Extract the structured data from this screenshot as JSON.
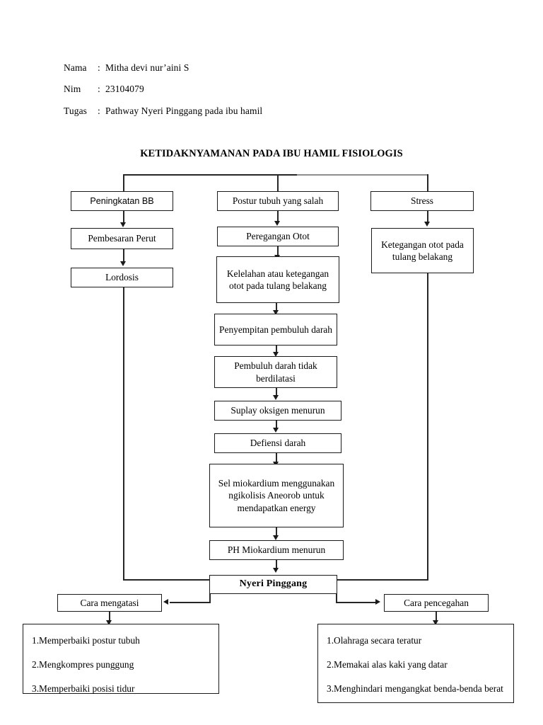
{
  "header": {
    "rows": [
      {
        "label": "Nama",
        "colon": ":",
        "value": "Mitha devi nur’aini S"
      },
      {
        "label": "Nim",
        "colon": ":",
        "value": "23104079"
      },
      {
        "label": "Tugas",
        "colon": ":",
        "value": "Pathway Nyeri Pinggang pada ibu hamil"
      }
    ]
  },
  "diagram": {
    "title": "KETIDAKNYAMANAN PADA IBU HAMIL FISIOLOGIS",
    "nodes": {
      "peningkatan_bb": "Peningkatan BB",
      "pembesaran_perut": "Pembesaran Perut",
      "lordosis": "Lordosis",
      "postur_tubuh": "Postur tubuh yang salah",
      "peregangan_otot": "Peregangan Otot",
      "kelelahan": "Kelelahan atau ketegangan otot pada tulang belakang",
      "penyempitan": "Penyempitan pembuluh darah",
      "tidak_berdilatasi": "Pembuluh darah tidak berdilatasi",
      "suplay_oksigen": "Suplay oksigen menurun",
      "defiensi_darah": "Defiensi darah",
      "sel_miokardium": "Sel miokardium menggunakan ngikolisis Aneorob untuk mendapatkan energy",
      "ph_miokardium": "PH Miokardium menurun",
      "stress": "Stress",
      "ketegangan_otot": "Ketegangan otot pada tulang belakang",
      "nyeri_pinggang": "Nyeri Pinggang",
      "cara_mengatasi": "Cara mengatasi",
      "cara_pencegahan": "Cara pencegahan"
    },
    "cara_mengatasi_items": [
      "1.Memperbaiki postur tubuh",
      "2.Mengkompres punggung",
      "3.Memperbaiki posisi tidur"
    ],
    "cara_pencegahan_items": [
      "1.Olahraga secara teratur",
      "2.Memakai alas kaki yang datar",
      "3.Menghindari mengangkat benda-benda berat"
    ],
    "colors": {
      "line": "#262626",
      "line_faint": "#8e8e8e",
      "box_border": "#1a1a1a",
      "text": "#000000",
      "background": "#ffffff"
    }
  }
}
